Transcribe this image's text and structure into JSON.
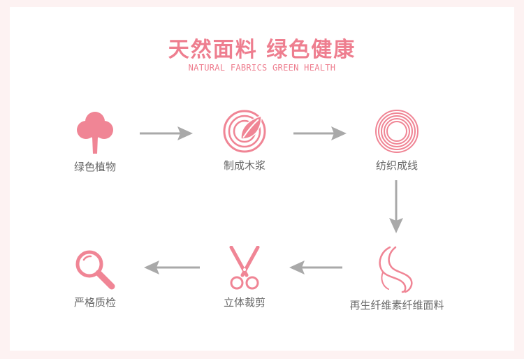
{
  "header": {
    "title": "天然面料 绿色健康",
    "subtitle": "NATURAL FABRICS GREEN HEALTH"
  },
  "steps": [
    {
      "label": "绿色植物",
      "icon": "tree-icon"
    },
    {
      "label": "制成木浆",
      "icon": "wood-pulp-leaf-icon"
    },
    {
      "label": "纺织成线",
      "icon": "thread-rings-icon"
    },
    {
      "label": "再生纤维素纤维面料",
      "icon": "fabric-wave-icon"
    },
    {
      "label": "立体裁剪",
      "icon": "scissors-icon"
    },
    {
      "label": "严格质检",
      "icon": "magnifier-icon"
    }
  ],
  "colors": {
    "accent": "#ee7e8f",
    "icon": "#f08595",
    "arrow": "#a9a9a9",
    "label": "#666666",
    "background": "#fdf2f2"
  }
}
